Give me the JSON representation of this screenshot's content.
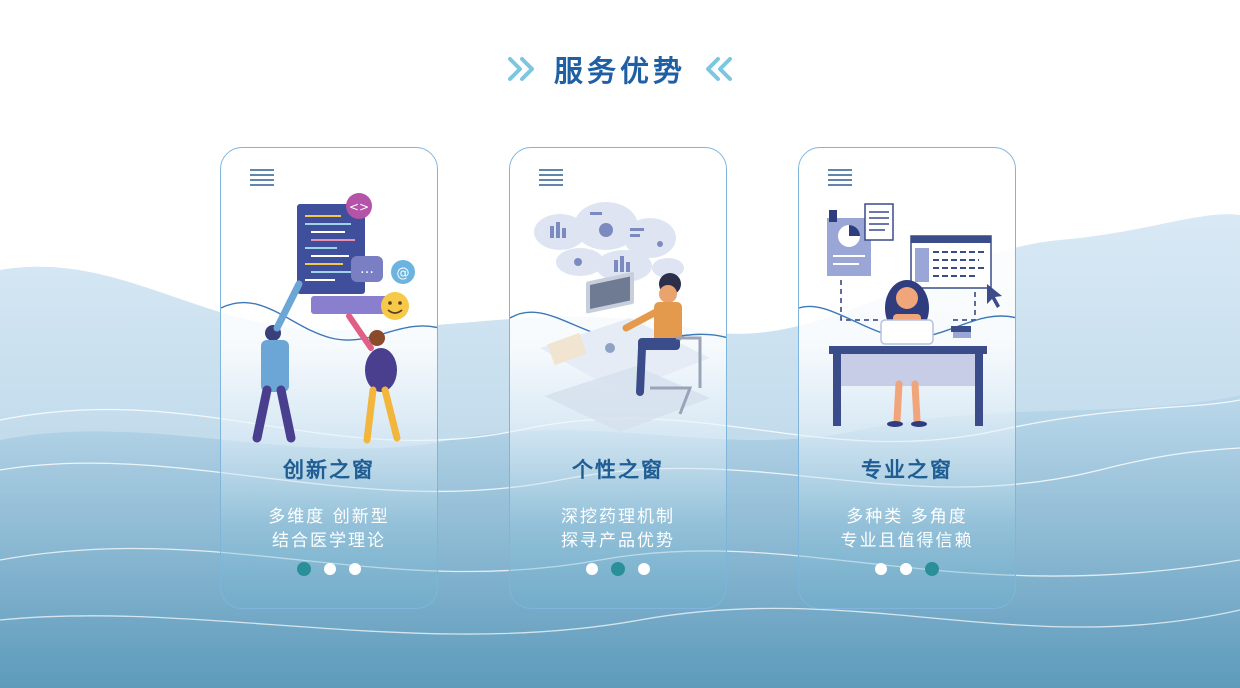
{
  "header": {
    "title": "服务优势"
  },
  "colors": {
    "accent": "#1f5fa3",
    "dot_active": "#2b8f99",
    "card_border": "#7fb5dc"
  },
  "cards": [
    {
      "title": "创新之窗",
      "line1": "多维度 创新型",
      "line2": "结合医学理论",
      "active_dot": 0
    },
    {
      "title": "个性之窗",
      "line1": "深挖药理机制",
      "line2": "探寻产品优势",
      "active_dot": 1
    },
    {
      "title": "专业之窗",
      "line1": "多种类 多角度",
      "line2": "专业且值得信赖",
      "active_dot": 2
    }
  ]
}
